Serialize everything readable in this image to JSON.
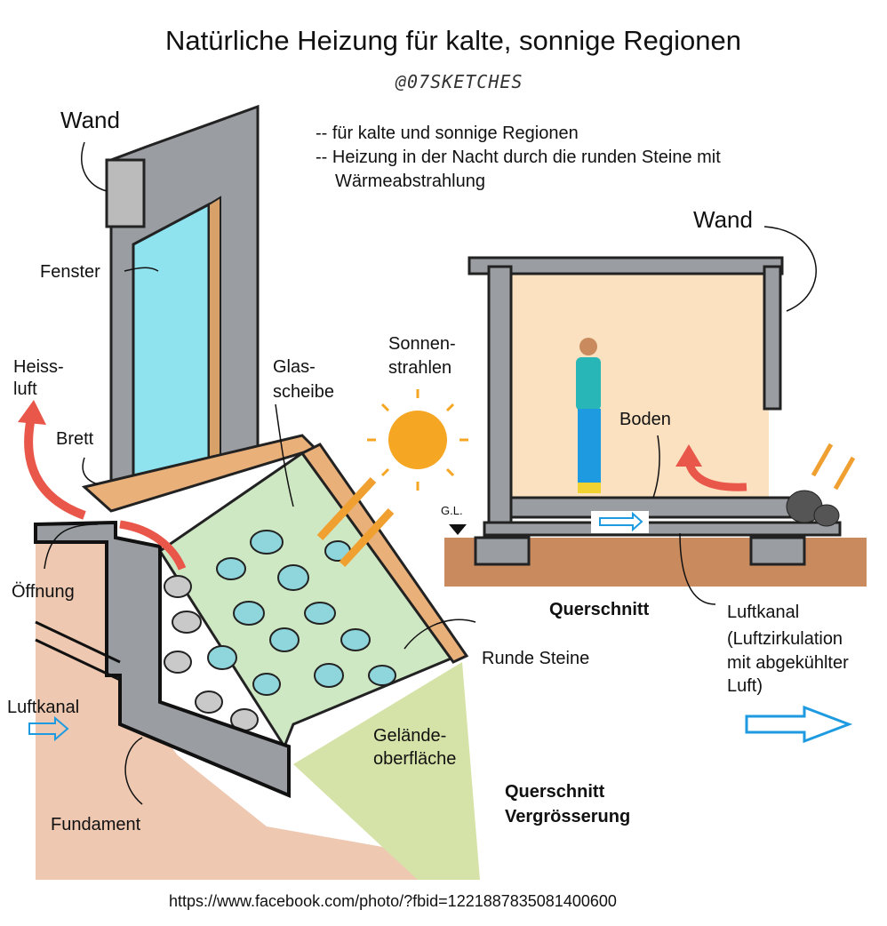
{
  "title": "Natürliche Heizung für kalte, sonnige Regionen",
  "watermark": "@07SKETCHES",
  "notes": [
    "-- für kalte und sonnige Regionen",
    "-- Heizung in der Nacht durch die runden Steine mit",
    "Wärmeabstrahlung"
  ],
  "left_section": {
    "wand": "Wand",
    "fenster": "Fenster",
    "heissluft": [
      "Heiss-",
      "luft"
    ],
    "brett": "Brett",
    "oeffnung": "Öffnung",
    "luftkanal": "Luftkanal",
    "fundament": "Fundament",
    "glasscheibe": [
      "Glas-",
      "scheibe"
    ],
    "sonnenstrahlen": [
      "Sonnen-",
      "strahlen"
    ],
    "runde_steine": "Runde Steine",
    "gelaende": [
      "Gelände-",
      "oberfläche"
    ],
    "caption": [
      "Querschnitt",
      "Vergrösserung"
    ]
  },
  "right_section": {
    "wand": "Wand",
    "boden": "Boden",
    "gl": "G.L.",
    "caption": "Querschnitt",
    "luftkanal": [
      "Luftkanal",
      "(Luftzirkulation",
      "mit abgekühlter",
      "Luft)"
    ]
  },
  "source_url": "https://www.facebook.com/photo/?fbid=1221887835081400600",
  "colors": {
    "wall": "#9a9ea3",
    "window": "#8fe3ee",
    "stones_bg": "#cfe8c4",
    "ground": "#eec8b0",
    "interior": "#fbe1c0",
    "hot_air": "#e8574a",
    "sun": "#f5a623",
    "cool_air": "#1e9be0"
  }
}
